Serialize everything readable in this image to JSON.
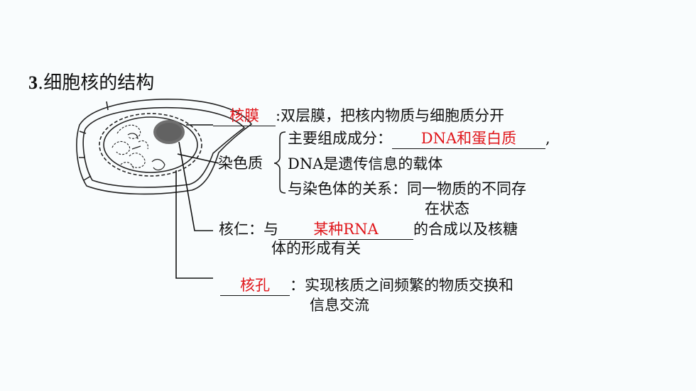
{
  "title": {
    "number": "3",
    "text": ".细胞核的结构"
  },
  "nuclear_membrane": {
    "answer": "核膜",
    "description": ":双层膜，把核内物质与细胞质分开"
  },
  "chromatin": {
    "label": "染色质",
    "line1_prefix": "主要组成成分：",
    "line1_answer": "DNA和蛋白质",
    "line1_suffix": ",",
    "line2": "DNA是遗传信息的载体",
    "line3": "与染色体的关系：同一物质的不同存",
    "line3_cont": "在状态"
  },
  "nucleolus": {
    "prefix": "核仁：与",
    "answer": "某种RNA",
    "suffix": "的合成以及核糖",
    "line2": "体的形成有关"
  },
  "nuclear_pore": {
    "answer": "核孔",
    "description": "：实现核质之间频繁的物质交换和",
    "description2": "信息交流"
  },
  "colors": {
    "answer": "#e0161b",
    "text": "#111111",
    "background": "#f9fcfd"
  }
}
